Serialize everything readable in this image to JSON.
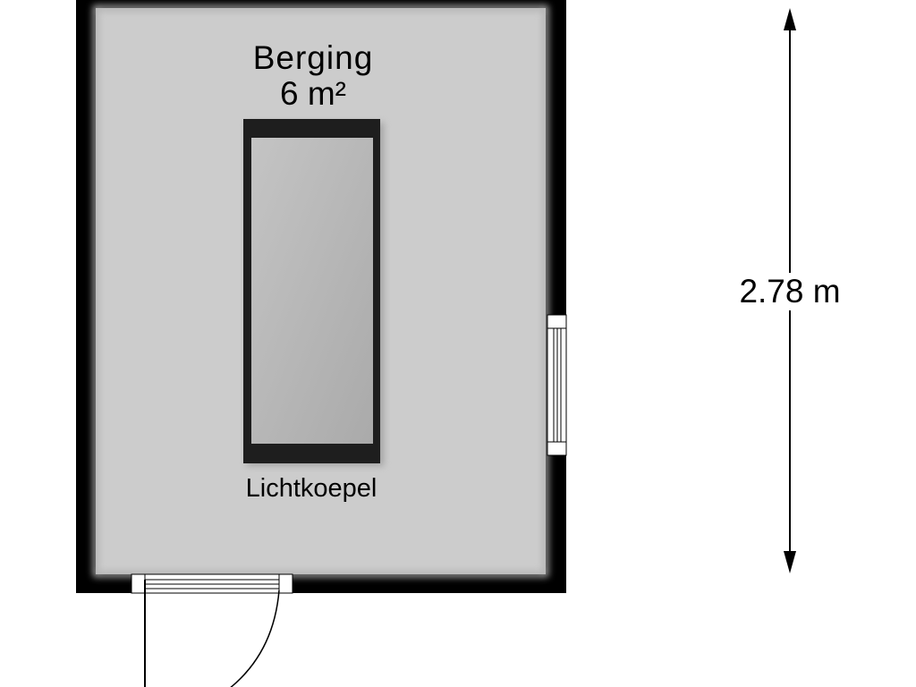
{
  "room": {
    "name": "Berging",
    "area": "6 m²"
  },
  "skylight": {
    "label": "Lichtkoepel"
  },
  "dimension": {
    "label": "2.78 m"
  },
  "colors": {
    "wall": "#000000",
    "floor": "#cccccc",
    "skylight_frame": "#1e1e1e",
    "skylight_glass": "#b4b4b4"
  }
}
